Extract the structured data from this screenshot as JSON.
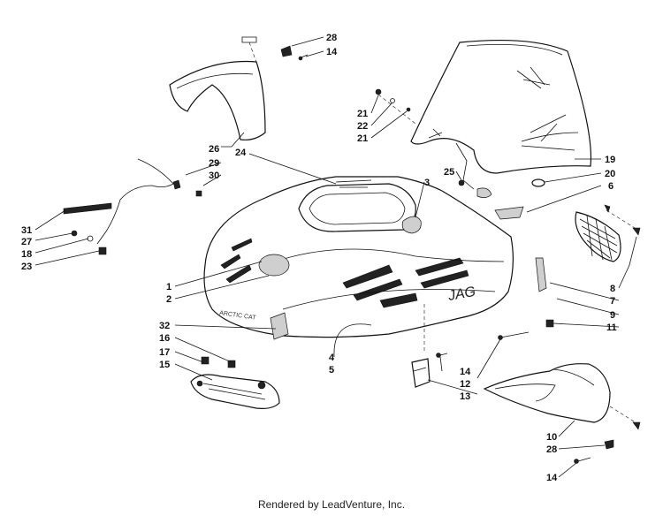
{
  "footer": "Rendered by LeadVenture, Inc.",
  "hood_decal_text": "JAG",
  "labels": [
    "28",
    "14",
    "26",
    "29",
    "30",
    "31",
    "27",
    "18",
    "23",
    "24",
    "21",
    "22",
    "21",
    "25",
    "3",
    "19",
    "20",
    "6",
    "8",
    "7",
    "9",
    "11",
    "1",
    "2",
    "32",
    "16",
    "17",
    "15",
    "4",
    "5",
    "14",
    "12",
    "13",
    "10",
    "28",
    "14"
  ]
}
